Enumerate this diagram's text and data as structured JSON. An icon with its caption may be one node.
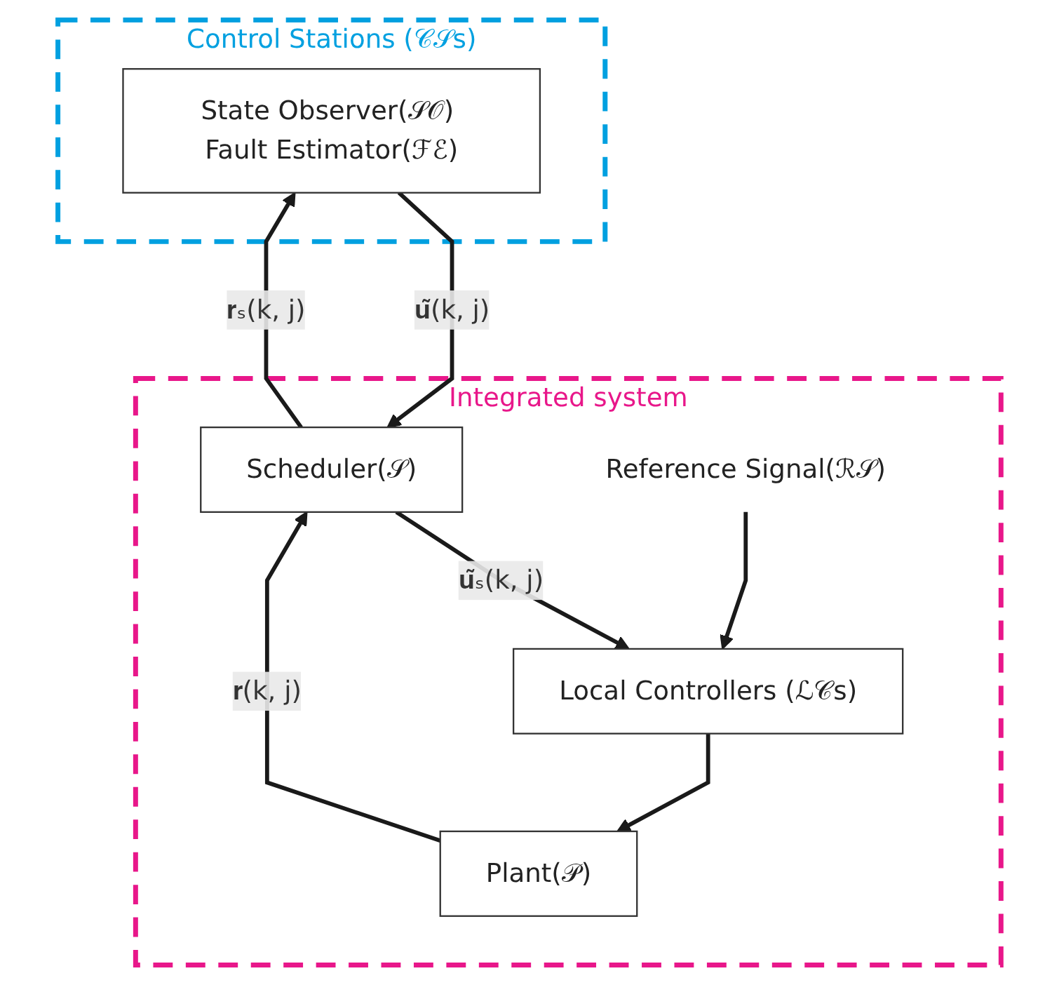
{
  "diagram": {
    "nodes": [
      {
        "text": [
          "Control Stations (𝒞𝒮s)"
        ]
      },
      {
        "text": [
          "State Observer(𝒮𝒪) Fault Estimator(ℱℰ)"
        ],
        "in": 0
      },
      {
        "text": [
          "Integrated system"
        ]
      },
      {
        "text": [
          "Scheduler(𝒮)"
        ],
        "in": 2
      },
      {
        "text": [
          "Local Controllers (ℒ𝒞s)"
        ],
        "in": 2
      },
      {
        "text": [
          "Plant(𝒫)"
        ],
        "in": 2
      },
      {
        "text": [
          "Reference Signal(ℛ𝒮)"
        ],
        "in": 2
      }
    ],
    "edges": [
      {
        "from": 3,
        "to": 1,
        "arrow": "to",
        "label": "𝐫ₛ(k, j)"
      },
      {
        "from": 1,
        "to": 3,
        "arrow": "to",
        "label": "𝐮̃(k, j)"
      },
      {
        "from": 3,
        "to": 4,
        "arrow": "to",
        "label": "𝐮̃ₛ(k, j)"
      },
      {
        "from": 4,
        "to": 5,
        "arrow": "to"
      },
      {
        "from": 5,
        "to": 3,
        "arrow": "to",
        "label": "𝐫(k, j)"
      },
      {
        "from": 6,
        "to": 4,
        "arrow": "to"
      }
    ]
  }
}
